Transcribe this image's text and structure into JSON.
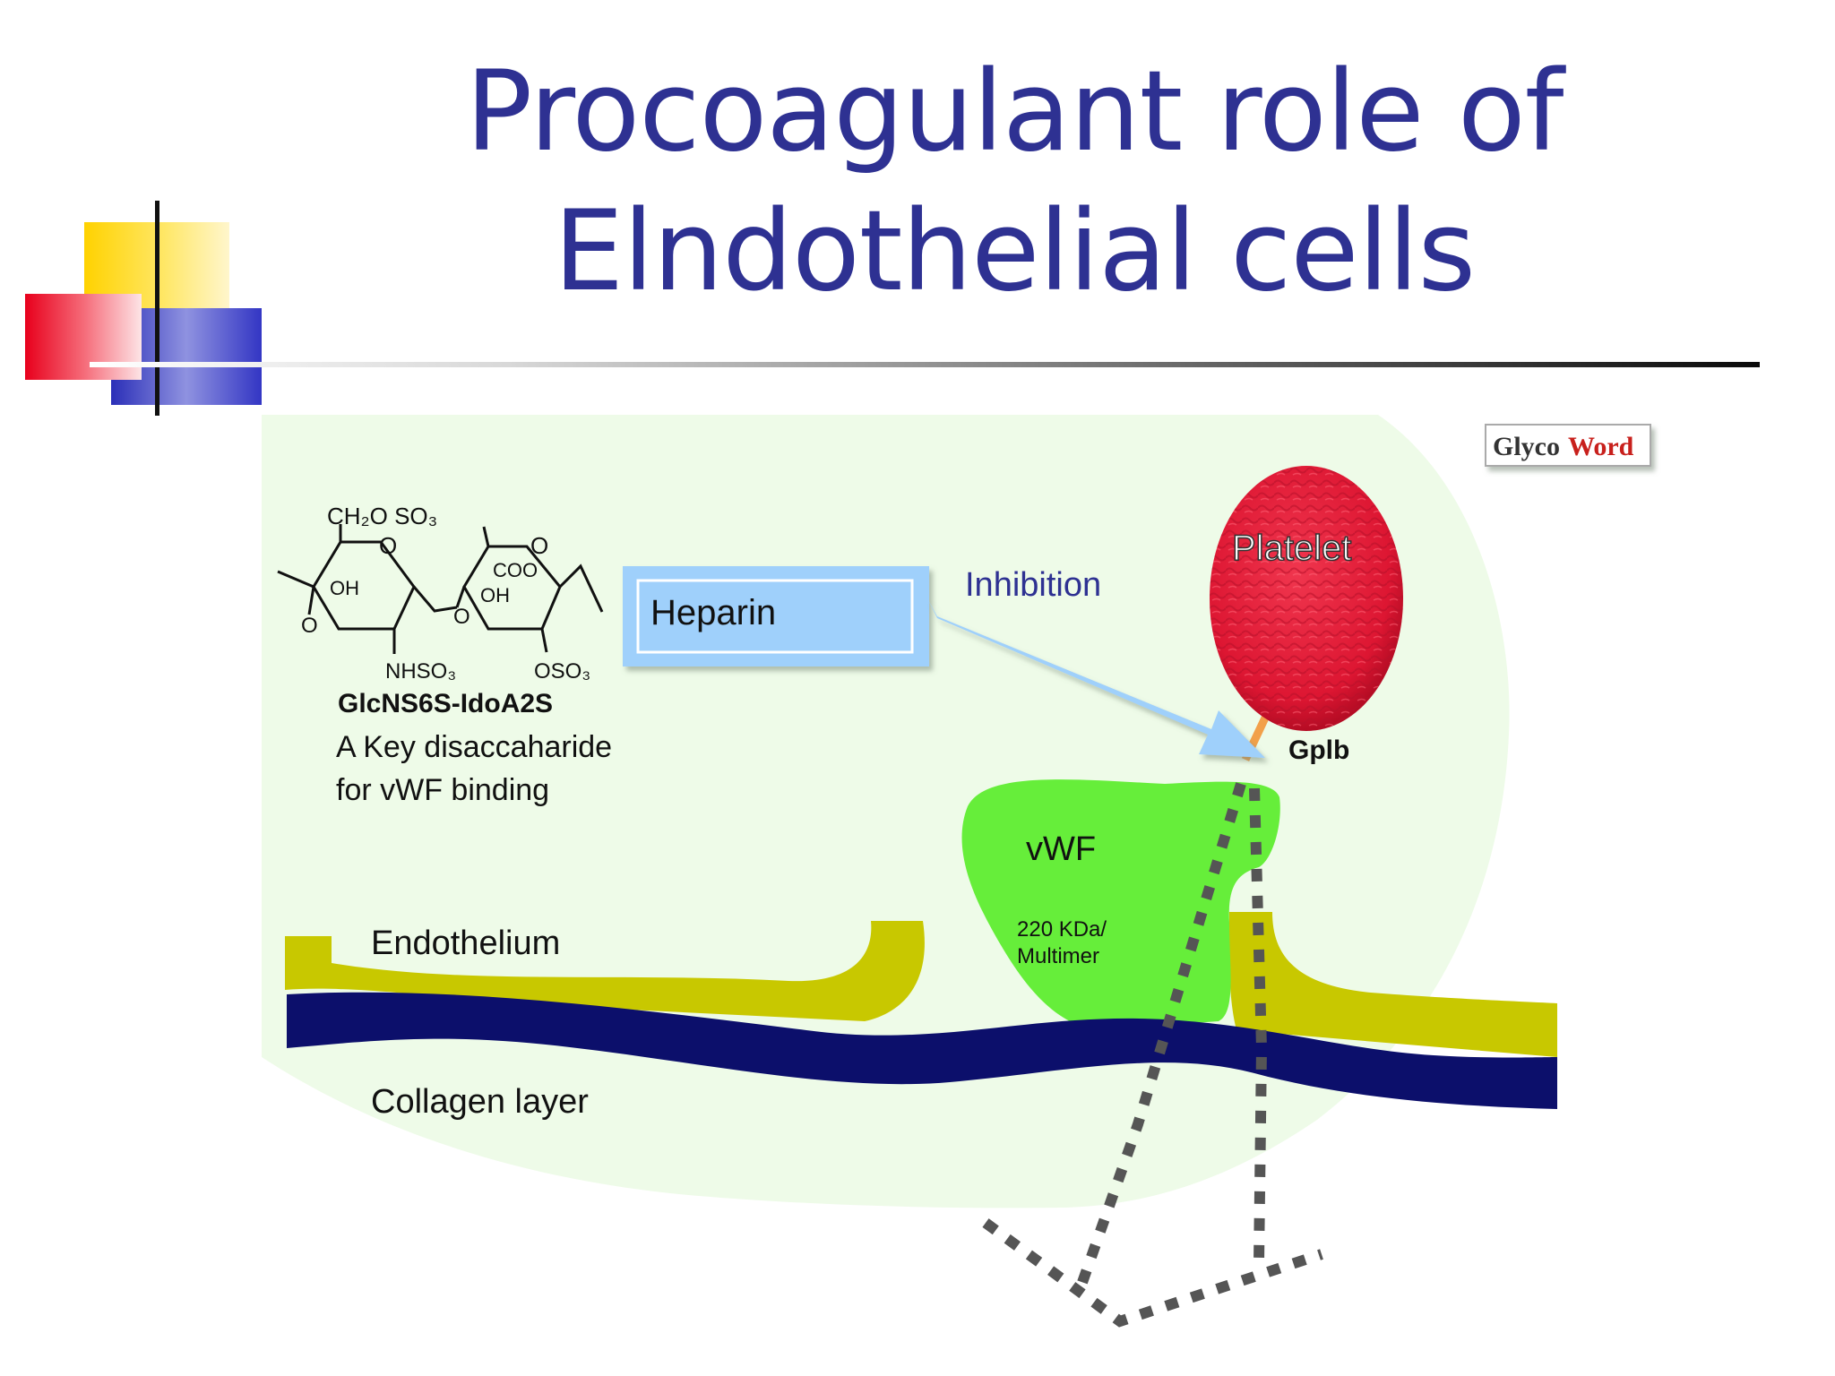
{
  "slide": {
    "title_line1": "Procoagulant role of",
    "title_line2": "Elndothelial cells"
  },
  "diagram": {
    "logo": {
      "part1": "Glyco",
      "part2": "Word"
    },
    "structure": {
      "ch2": "CH₂O SO₃",
      "ring_o_left": "O",
      "ring_o_right": "O",
      "oh_left": "OH",
      "coo": "COO",
      "oh_right": "OH",
      "bridge_o": "O",
      "o_left": "O",
      "nhso3": "NHSO₃",
      "oso3": "OSO₃",
      "name": "GlcNS6S-IdoA2S",
      "caption_line1": "A Key disaccaharide",
      "caption_line2": "for vWF binding"
    },
    "heparin_label": "Heparin",
    "inhibition_label": "Inhibition",
    "platelet_label": "Platelet",
    "gpib_label": "Gplb",
    "vwf_label": "vWF",
    "vwf_size_line1": "220 KDa/",
    "vwf_size_line2": "Multimer",
    "endothelium_label": "Endothelium",
    "collagen_label": "Collagen layer"
  },
  "colors": {
    "title": "#2e3192",
    "background_blob": "#eefbe8",
    "heparin_box": "#9fd0fb",
    "arrow": "#9fd0fb",
    "platelet": "#e8203a",
    "vwf": "#66ee3a",
    "endothelium": "#c8c800",
    "collagen": "#0c0f6b",
    "inhibition_text": "#2e3192"
  }
}
